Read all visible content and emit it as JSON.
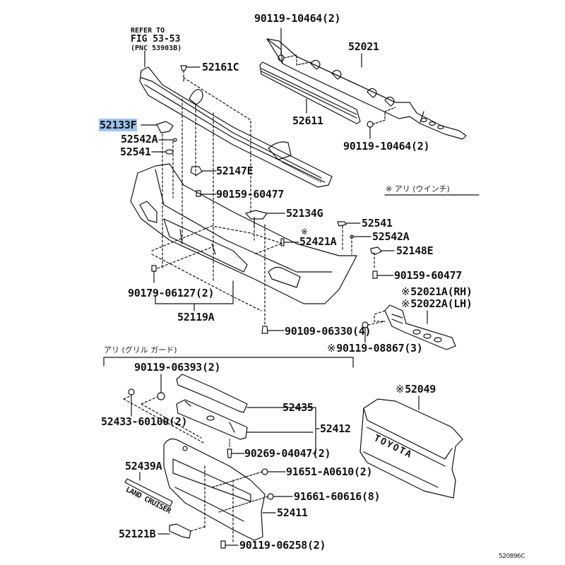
{
  "diagram": {
    "reference_note": {
      "line1": "REFER TO",
      "line2": "FIG 53-53",
      "line3": "(PNC 53903B)"
    },
    "highlight_color": "#9ec3ef",
    "line_color": "#111111",
    "option_notes": {
      "winch": "※ アリ (ウインチ)",
      "grille_guard": "アリ (グリル ガード)"
    },
    "drawing_code": "520896C",
    "emblem_texts": {
      "toyota": "TOYOTA",
      "land_cruiser": "LAND CRUISER"
    },
    "callouts": {
      "p52133F": "52133F",
      "p52542A_left": "52542A",
      "p52541_left": "52541",
      "p52161C": "52161C",
      "p52147E": "52147E",
      "p90159_60477_left": "90159-60477",
      "p90119_10464_top": "90119-10464(2)",
      "p52021": "52021",
      "p52611": "52611",
      "p90119_10464_bottom": "90119-10464(2)",
      "p52134G": "52134G",
      "p52541_right": "52541",
      "p52421A": "52421A",
      "p52542A_right": "52542A",
      "p52148E": "52148E",
      "p90159_60477_right": "90159-60477",
      "p90179_06127": "90179-06127(2)",
      "p52119A": "52119A",
      "p52021A_RH": "52021A(RH)",
      "p52022A_LH": "52022A(LH)",
      "p90109_06330": "90109-06330(4)",
      "p90119_08867": "90119-08867(3)",
      "p90119_06393": "90119-06393(2)",
      "p52433_60100": "52433-60100(2)",
      "p52435": "52435",
      "p52412": "52412",
      "p90269_04047": "90269-04047(2)",
      "p52439A": "52439A",
      "p91651_A0610": "91651-A0610(2)",
      "p91661_60616": "91661-60616(8)",
      "p52411": "52411",
      "p52121B": "52121B",
      "p90119_06258": "90119-06258(2)",
      "p52049": "52049"
    },
    "optional_parts": [
      "52421A",
      "52021A(RH)",
      "52022A(LH)",
      "90119-08867(3)",
      "52049"
    ]
  }
}
